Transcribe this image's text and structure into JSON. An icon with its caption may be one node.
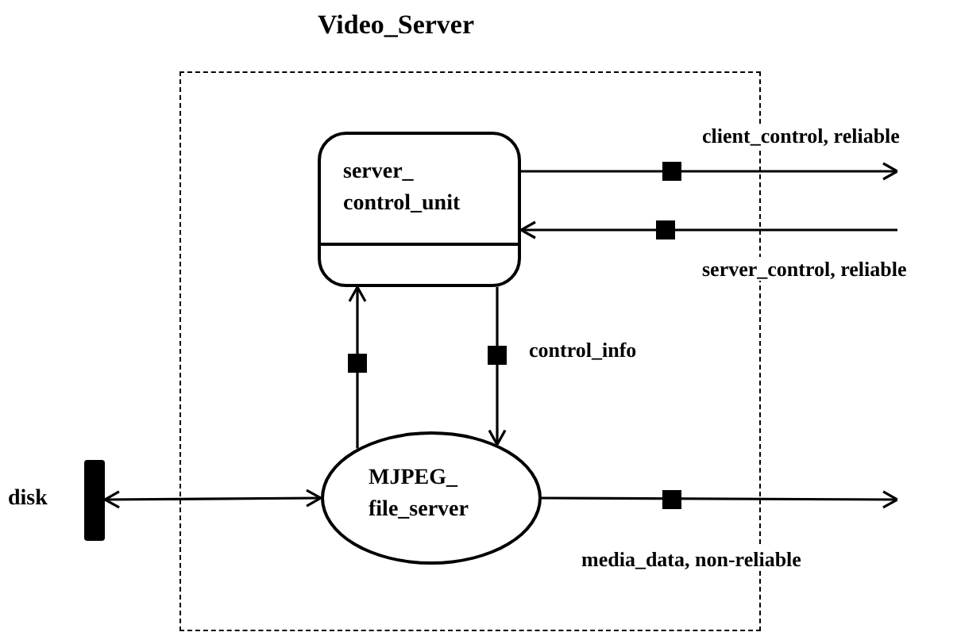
{
  "diagram": {
    "nodes": [
      {
        "text": [
          "Video_Server"
        ]
      },
      {
        "text": [
          "server_ control_unit"
        ],
        "in": 0
      },
      {
        "text": [
          "MJPEG_ file_server"
        ],
        "in": 0
      },
      {
        "text": [
          "disk"
        ]
      }
    ],
    "edges": [
      {
        "from": 1,
        "to": null,
        "arrow": "to",
        "label": "client_control, reliable"
      },
      {
        "from": null,
        "to": 1,
        "arrow": "to",
        "label": "server_control, reliable"
      },
      {
        "from": 2,
        "to": 1,
        "arrow": "to"
      },
      {
        "from": 1,
        "to": 2,
        "arrow": "to",
        "label": "control_info"
      },
      {
        "from": 3,
        "to": 2,
        "arrow": "both"
      },
      {
        "from": 2,
        "to": null,
        "arrow": "to",
        "label": "media_data, non-reliable"
      }
    ]
  }
}
